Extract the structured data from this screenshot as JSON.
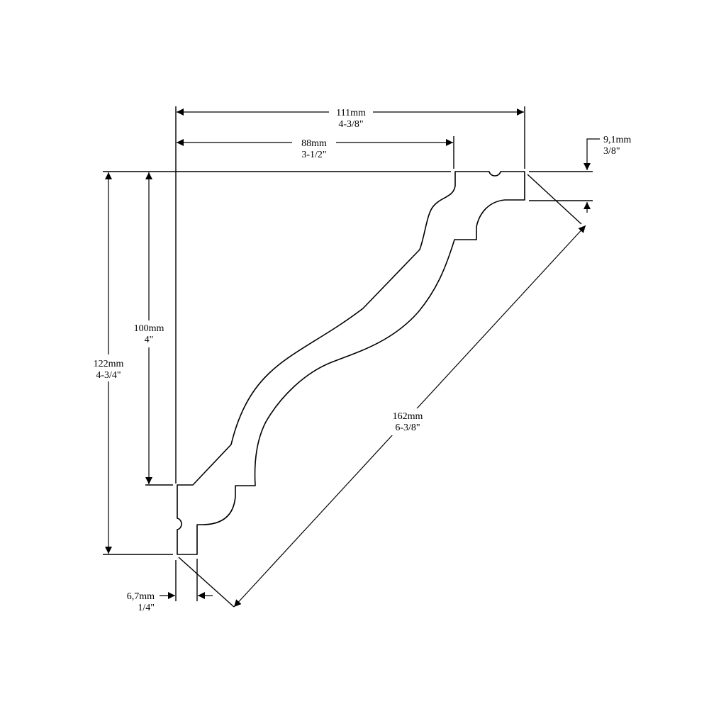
{
  "dimensions": {
    "overall_width": {
      "metric": "111mm",
      "imperial": "4-3/8\""
    },
    "inner_width": {
      "metric": "88mm",
      "imperial": "3-1/2\""
    },
    "top_lip": {
      "metric": "9,1mm",
      "imperial": "3/8\""
    },
    "overall_height": {
      "metric": "122mm",
      "imperial": "4-3/4\""
    },
    "inner_height": {
      "metric": "100mm",
      "imperial": "4\""
    },
    "diagonal": {
      "metric": "162mm",
      "imperial": "6-3/8\""
    },
    "bottom_lip": {
      "metric": "6,7mm",
      "imperial": "1/4\""
    }
  }
}
